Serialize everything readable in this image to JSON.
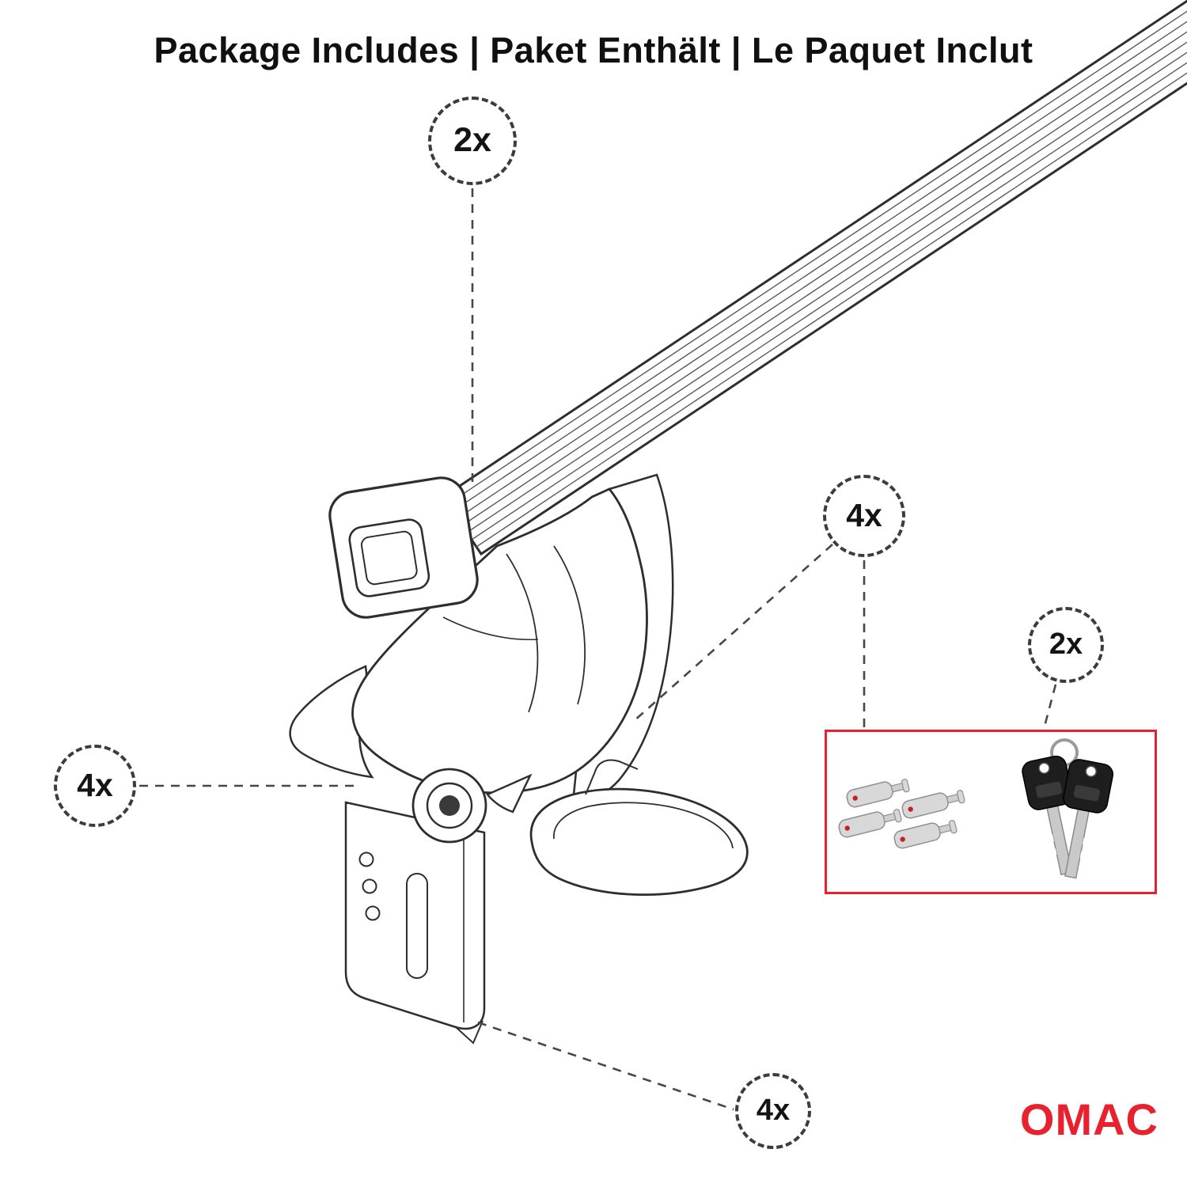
{
  "title": "Package Includes | Paket Enthält | Le Paquet Inclut",
  "callouts": {
    "crossbars": {
      "label": "2x"
    },
    "feet": {
      "label": "4x"
    },
    "lock_bolts": {
      "label": "4x"
    },
    "keys": {
      "label": "2x"
    },
    "clamps": {
      "label": "4x"
    }
  },
  "logo": {
    "text": "OMAC"
  },
  "colors": {
    "accent_red": "#E8212E",
    "line_dark": "#2E2E2E",
    "dash_gray": "#474747",
    "metal_gray": "#D8D8D8",
    "key_black": "#1E1E1E"
  }
}
